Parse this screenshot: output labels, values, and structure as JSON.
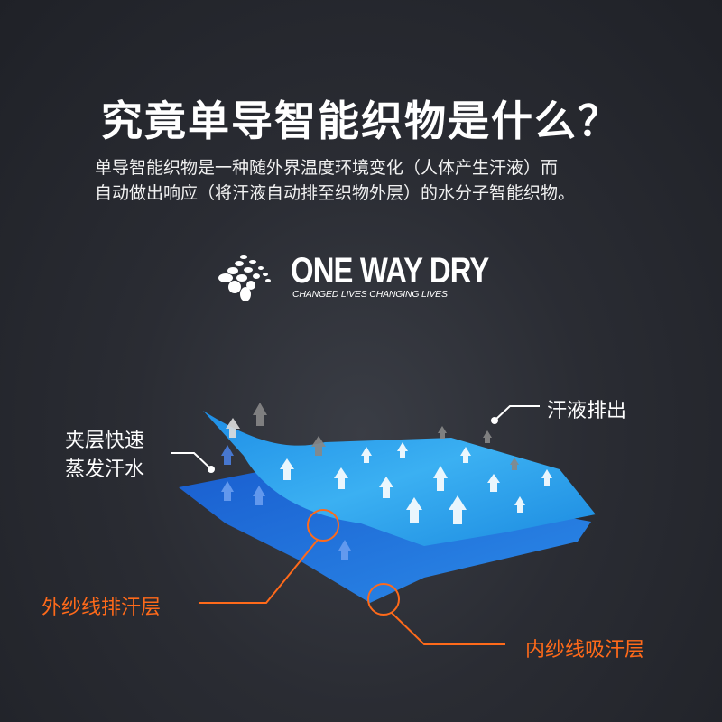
{
  "title": "究竟单导智能织物是什么？",
  "description": [
    "单导智能织物是一种随外界温度环境变化（人体产生汗液）而",
    "自动做出响应（将汗液自动排至织物外层）的水分子智能织物。"
  ],
  "brand": {
    "name": "ONE WAY DRY",
    "tagline": "CHANGED LIVES CHANGING LIVES"
  },
  "labels": {
    "sweat_out": "汗液排出",
    "middle_line1": "夹层快速",
    "middle_line2": "蒸发汗水",
    "outer": "外纱线排汗层",
    "inner": "内纱线吸汗层"
  },
  "colors": {
    "accent": "#ff6a1a",
    "outer_layer": "#2aa0ea",
    "inner_layer": "#1e6fd6"
  }
}
